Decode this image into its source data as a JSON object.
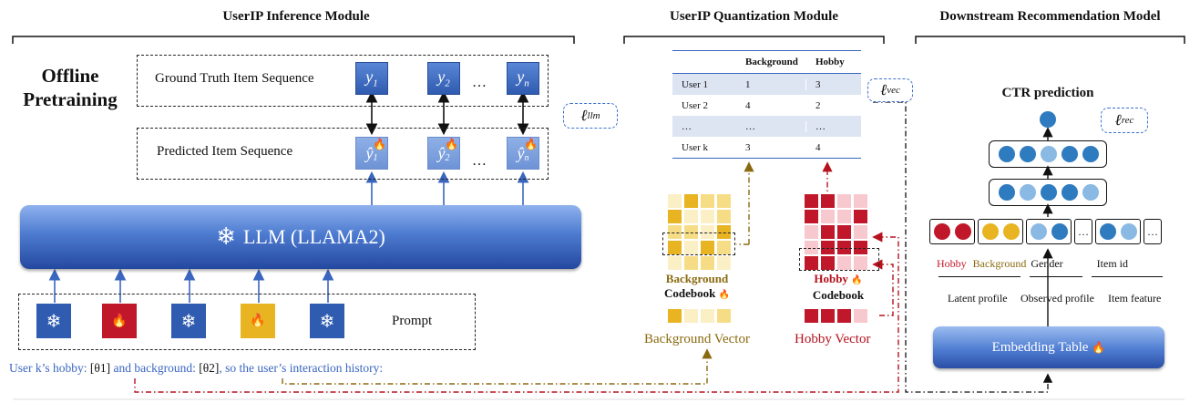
{
  "headers": {
    "inference": "UserIP Inference Module",
    "quantization": "UserIP Quantization Module",
    "downstream": "Downstream Recommendation Model"
  },
  "inference": {
    "offline_label": "Offline\nPretraining",
    "ground_truth_label": "Ground Truth Item Sequence",
    "predicted_label": "Predicted Item Sequence",
    "gt_tokens": [
      "y1",
      "y2",
      "yn"
    ],
    "ellipsis": "…",
    "loss_llm": "ℓ",
    "loss_llm_sup": "llm",
    "llm_label": "LLM (LLAMA2)",
    "prompt_label": "Prompt",
    "prompt_text_a": "User k’s hobby: ",
    "prompt_theta1": "[θ1]",
    "prompt_text_b": " and background: ",
    "prompt_theta2": "[θ2]",
    "prompt_text_c": ", so the user’s interaction history:"
  },
  "quantization": {
    "table": {
      "columns": [
        "",
        "Background",
        "Hobby"
      ],
      "rows": [
        [
          "User 1",
          "1",
          "3"
        ],
        [
          "User 2",
          "4",
          "2"
        ],
        [
          "…",
          "…",
          "…"
        ],
        [
          "User k",
          "3",
          "4"
        ]
      ]
    },
    "loss_vec": "ℓ",
    "loss_vec_sup": "vec",
    "background_codebook": "Background",
    "hobby_codebook": "Hobby",
    "codebook_word": "Codebook",
    "background_vector": "Background Vector",
    "hobby_vector": "Hobby Vector"
  },
  "downstream": {
    "title": "CTR prediction",
    "loss_rec": "ℓ",
    "loss_rec_sup": "rec",
    "feature_labels": [
      "Hobby",
      "Background",
      "Gender",
      "Item id"
    ],
    "group_labels": [
      "Latent profile",
      "Observed profile",
      "Item feature"
    ],
    "embedding_table": "Embedding Table"
  },
  "colors": {
    "blue": "#3a66c0",
    "gold": "#e8b422",
    "red": "#c0182a",
    "dark_gold": "#8a6a10",
    "dark_red": "#b5121e"
  }
}
